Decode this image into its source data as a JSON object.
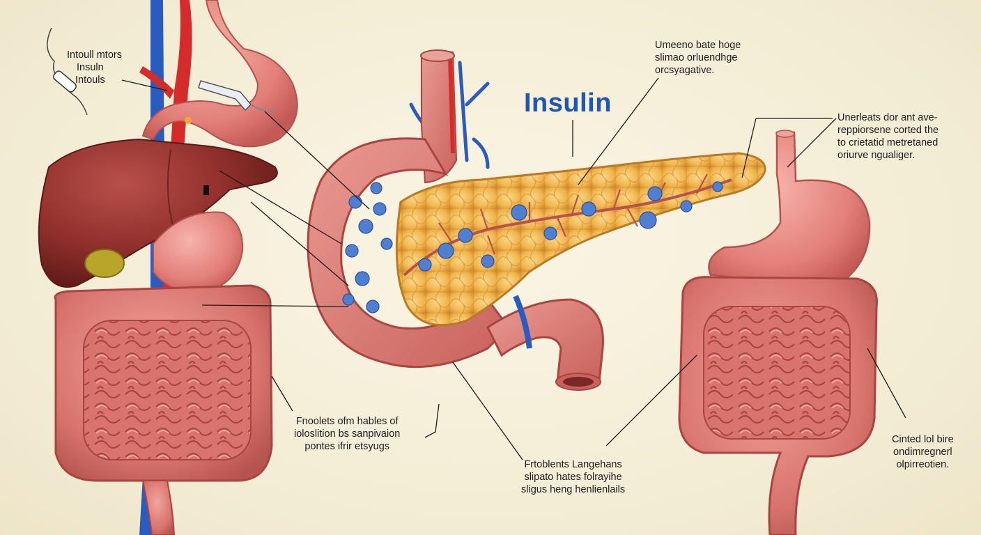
{
  "title": "Insulin",
  "labels": {
    "top_left": [
      "Intoull mtors",
      "Insuln",
      "Intouls"
    ],
    "top_center": [
      "Umeeno bate hoge",
      "slimao orluendhge",
      "orcsyagative."
    ],
    "right_upper": [
      "Unerleats dor ant ave-",
      "reppiorsene corted the",
      "to crietatid metretaned",
      "oriurve ngualiger."
    ],
    "bottom_left": [
      "Fnoolets ofm hables of",
      "ioloslition bs sanpivaion",
      "pontes ifrir etsyugs"
    ],
    "bottom_center": [
      "Frtoblents Langehans",
      "slipato hates folrayihe",
      "sligus heng henlienlails"
    ],
    "bottom_right": [
      "Cinted lol bire",
      "ondimregnerl",
      "olpirreotien."
    ]
  },
  "colors": {
    "artery": "#d62b2b",
    "vein": "#2a5bbf",
    "liver": "#8e2e2a",
    "pancreas": "#f0b54e",
    "islets": "#4f7fd3",
    "intestine": "#d8736d",
    "title": "#1f55b5"
  }
}
